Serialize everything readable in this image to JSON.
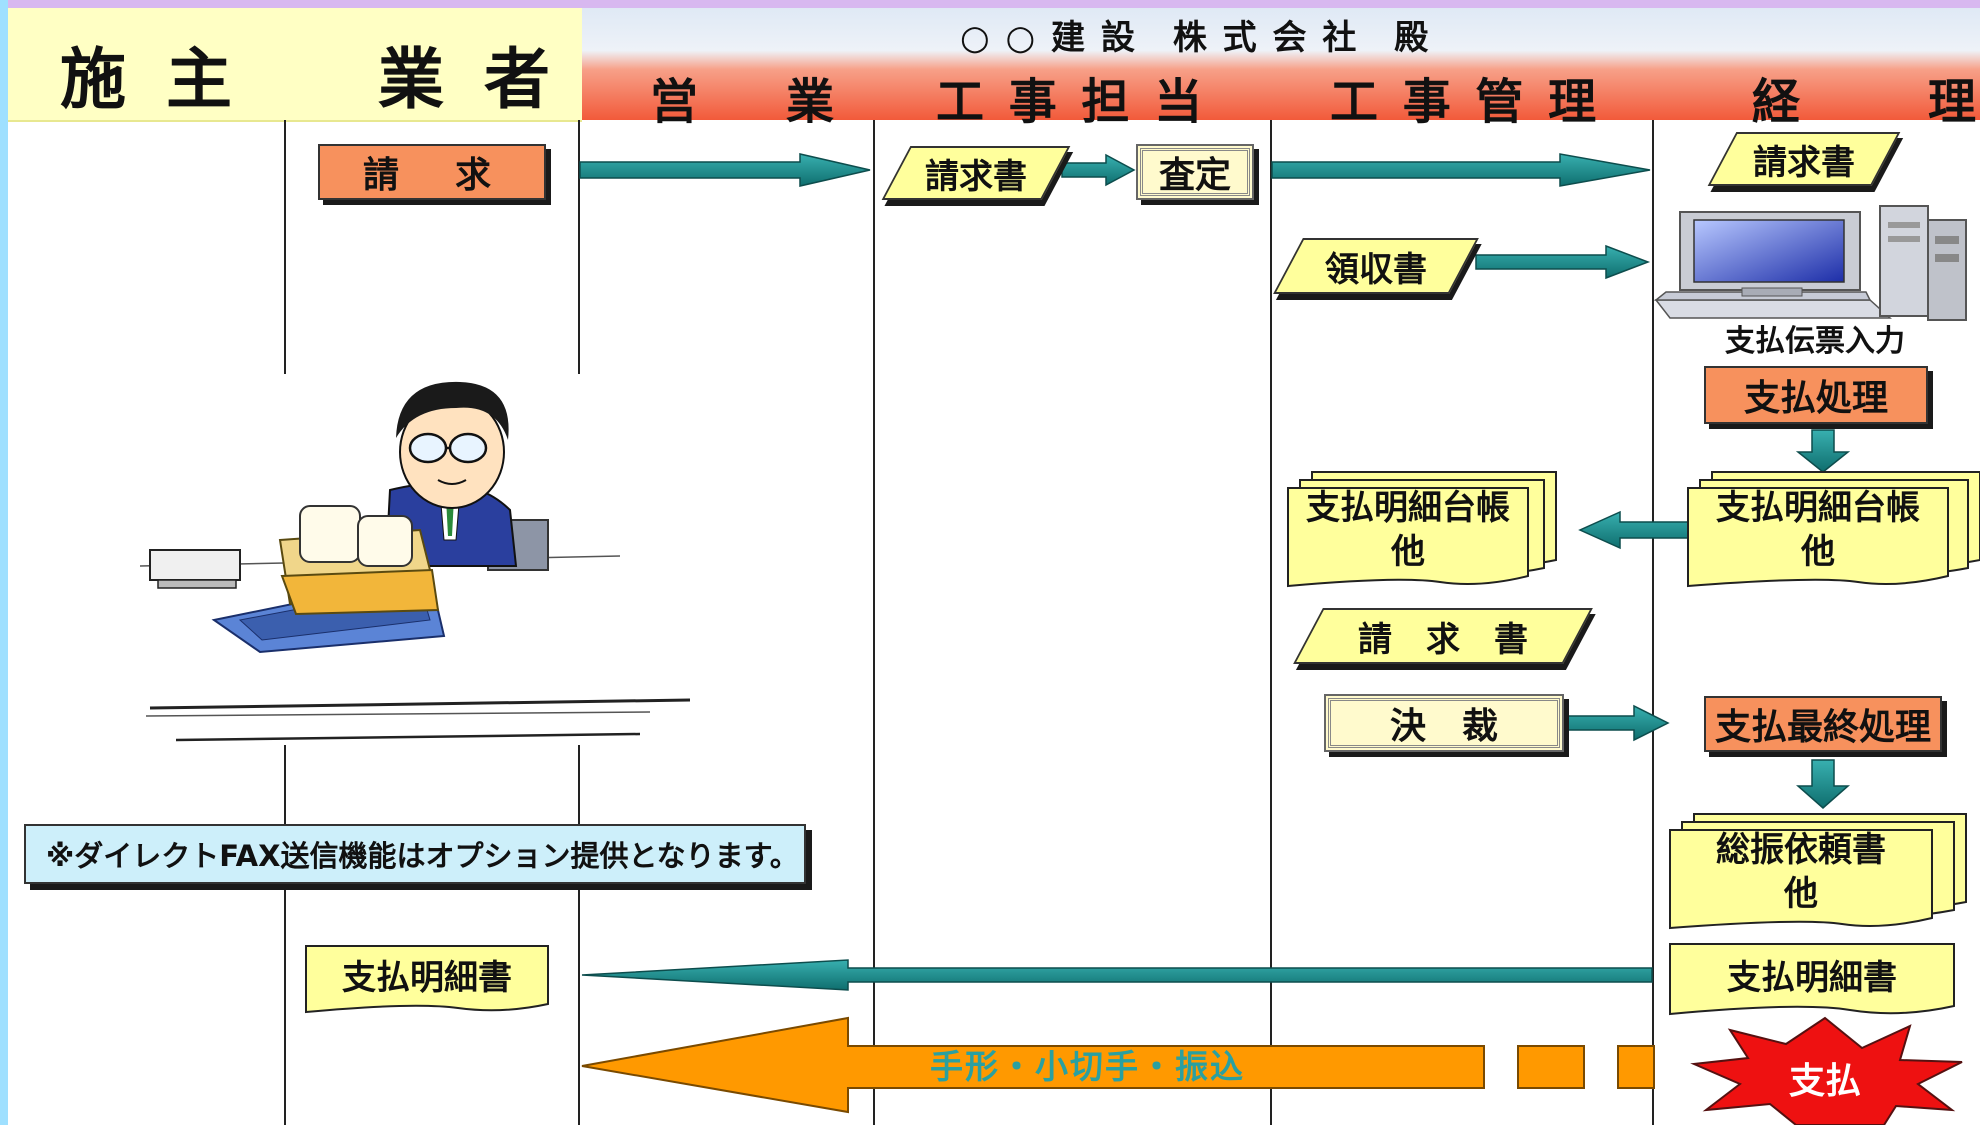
{
  "header": {
    "shipper": "施主　業者",
    "company": "○ ○ 建 設　株 式 会 社　殿",
    "lanes": [
      "営　業",
      "工 事 担 当",
      "工 事 管 理",
      "経　理"
    ]
  },
  "steps": {
    "seikyu": "請　求",
    "seikyusho_sales": "請求書",
    "satei": "査定",
    "seikyusho_accounting": "請求書",
    "ryoshusho": "領収書",
    "input_label": "支払伝票入力",
    "shiharai_shori": "支払処理",
    "ledger_left": [
      "支払明細台帳",
      "他"
    ],
    "ledger_right": [
      "支払明細台帳",
      "他"
    ],
    "seikyusho_mgmt": "請　求　書",
    "kessai": "決　裁",
    "final_process": "支払最終処理",
    "transfer_request": [
      "総振依頼書",
      "他"
    ],
    "statement_right": "支払明細書",
    "statement_left": "支払明細書",
    "payment_methods": "手形・小切手・振込",
    "payment_burst": "支払"
  },
  "note": "※ダイレクトFAX送信機能はオプション提供となります。",
  "icons": {
    "person": "office-worker-with-stamp-icon",
    "computer": "desktop-computer-icon"
  },
  "colors": {
    "header_gradient_top": "#dde8f5",
    "header_gradient_bottom": "#f25a3a",
    "teal_arrow": "#1a8a8a",
    "orange_arrow": "#ff9900",
    "orange_box": "#f7915d",
    "yellow_doc": "#ffff9c",
    "burst_red": "#ee1111"
  }
}
